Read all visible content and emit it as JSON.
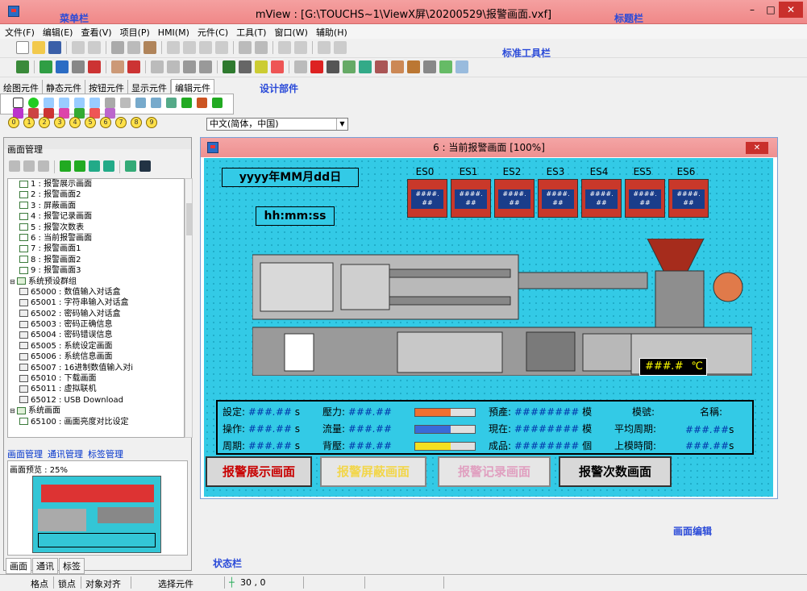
{
  "window": {
    "title": "mView : [G:\\TOUCHS~1\\ViewX屏\\20200529\\报警画面.vxf]",
    "min": "–",
    "max": "□",
    "close": "✕"
  },
  "menu": [
    "文件(F)",
    "编辑(E)",
    "查看(V)",
    "项目(P)",
    "HMI(M)",
    "元件(C)",
    "工具(T)",
    "窗口(W)",
    "辅助(H)"
  ],
  "component_tabs": [
    "绘图元件",
    "静态元件",
    "按钮元件",
    "显示元件",
    "编辑元件"
  ],
  "number_buttons": [
    "0",
    "1",
    "2",
    "3",
    "4",
    "5",
    "6",
    "7",
    "8",
    "9"
  ],
  "language": "中文(简体，中国)",
  "panel": {
    "title": "画面管理",
    "tree": [
      {
        "label": "1 : 报警展示画面",
        "level": 2,
        "icon": "screen-icon"
      },
      {
        "label": "2 : 报警画面2",
        "level": 2,
        "icon": "screen-icon"
      },
      {
        "label": "3 : 屏蔽画面",
        "level": 2,
        "icon": "screen-icon"
      },
      {
        "label": "4 : 报警记录画面",
        "level": 2,
        "icon": "screen-icon"
      },
      {
        "label": "5 : 报警次数表",
        "level": 2,
        "icon": "screen-icon"
      },
      {
        "label": "6 : 当前报警画面",
        "level": 2,
        "icon": "screen-icon"
      },
      {
        "label": "7 : 报警画面1",
        "level": 2,
        "icon": "screen-icon"
      },
      {
        "label": "8 : 报警画面2",
        "level": 2,
        "icon": "screen-icon"
      },
      {
        "label": "9 : 报警画面3",
        "level": 2,
        "icon": "screen-icon"
      },
      {
        "label": "系统预设群组",
        "level": 1,
        "icon": "group-icon"
      },
      {
        "label": "65000 : 数值输入对话盒",
        "level": 2,
        "icon": "system-screen-icon"
      },
      {
        "label": "65001 : 字符串输入对话盒",
        "level": 2,
        "icon": "system-screen-icon"
      },
      {
        "label": "65002 : 密码输入对话盒",
        "level": 2,
        "icon": "system-screen-icon"
      },
      {
        "label": "65003 : 密码正确信息",
        "level": 2,
        "icon": "system-screen-icon"
      },
      {
        "label": "65004 : 密码错误信息",
        "level": 2,
        "icon": "system-screen-icon"
      },
      {
        "label": "65005 : 系统设定画面",
        "level": 2,
        "icon": "system-screen-icon"
      },
      {
        "label": "65006 : 系统信息画面",
        "level": 2,
        "icon": "system-screen-icon"
      },
      {
        "label": "65007 : 16进制数值输入对i",
        "level": 2,
        "icon": "system-screen-icon"
      },
      {
        "label": "65010 : 下载画面",
        "level": 2,
        "icon": "system-screen-icon"
      },
      {
        "label": "65011 : 虚拟联机",
        "level": 2,
        "icon": "system-screen-icon"
      },
      {
        "label": "65012 : USB Download",
        "level": 2,
        "icon": "system-screen-icon"
      },
      {
        "label": "系统画面",
        "level": 1,
        "icon": "group-icon"
      },
      {
        "label": "65100 : 画面亮度对比设定",
        "level": 2,
        "icon": "screen-icon"
      }
    ],
    "preview_label": "画面预览 : 25%",
    "bottom_tabs": [
      "画面",
      "通讯",
      "标签"
    ]
  },
  "editor": {
    "title": "6 : 当前报警画面 [100%]",
    "date_field": "yyyy年MM月dd日",
    "time_field": "hh:mm:ss",
    "es_labels": [
      "ES0",
      "ES1",
      "ES2",
      "ES3",
      "ES4",
      "ES5",
      "ES6"
    ],
    "es_value": "####.",
    "es_value2": "##",
    "temp_value": "###.#",
    "temp_unit": "℃",
    "info": {
      "setting_label": "設定:",
      "setting_val": "###.##",
      "setting_unit": "s",
      "op_label": "操作:",
      "op_val": "###.##",
      "op_unit": "s",
      "cycle_label": "周期:",
      "cycle_val": "###.##",
      "cycle_unit": "s",
      "pressure_label": "壓力:",
      "pressure_val": "###.##",
      "flow_label": "流量:",
      "flow_val": "###.##",
      "back_label": "背壓:",
      "back_val": "###.##",
      "preset_label": "預產:",
      "preset_val": "########",
      "preset_unit": "模",
      "now_label": "現在:",
      "now_val": "########",
      "now_unit": "模",
      "product_label": "成品:",
      "product_val": "########",
      "product_unit": "個",
      "mold_label": "模號:",
      "name_label": "名稱:",
      "avg_label": "平均周期:",
      "avg_val": "###.##",
      "avg_unit": "s",
      "last_label": "上模時間:",
      "last_val": "###.##",
      "last_unit": "s"
    },
    "buttons": [
      "报警展示画面",
      "报警屏蔽画面",
      "报警记录画面",
      "报警次数画面"
    ]
  },
  "status": {
    "grid": "格点",
    "lock": "锁点",
    "align": "对象对齐",
    "selection": "选择元件",
    "coords": "30 , 0"
  },
  "annotations": {
    "menubar": "菜单栏",
    "titlebar": "标题栏",
    "toolbar": "标准工具栏",
    "design": "设计部件",
    "screen_mgmt": "画面管理",
    "comm_mgmt": "通讯管理",
    "tag_mgmt": "标签管理",
    "statusbar": "状态栏",
    "editor": "画面编辑"
  },
  "colors": {
    "title_bg": "#f08888",
    "canvas": "#33cae6",
    "annotation": "#2a4ad8",
    "close": "#c9302c"
  }
}
